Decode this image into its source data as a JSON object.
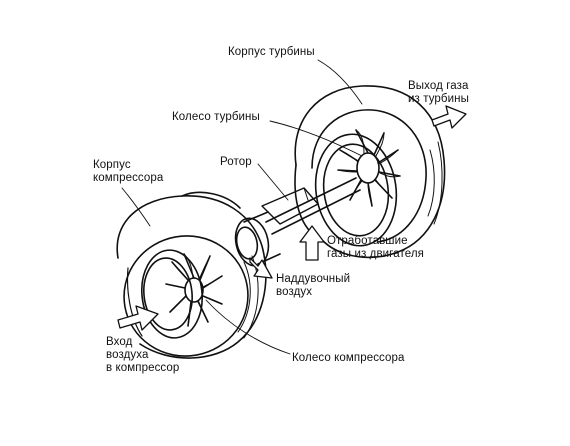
{
  "labels": {
    "turbine_housing": "Корпус турбины",
    "exhaust_out": "Выход газа\nиз турбины",
    "turbine_wheel": "Колесо турбины",
    "compressor_housing": "Корпус\nкомпрессора",
    "rotor": "Ротор",
    "exhaust_gases": "Отработавшие\nгазы из двигателя",
    "boost_air": "Наддувочный\nвоздух",
    "air_inlet": "Вход\nвоздуха\nв компрессор",
    "compressor_wheel": "Колесо компрессора"
  },
  "colors": {
    "line": "#111111",
    "background": "#ffffff"
  },
  "icons": [
    "flow-arrow-icon",
    "exhaust-out-arrow-icon",
    "air-inlet-arrow-icon",
    "boost-air-arrow-icon",
    "exhaust-in-arrow-icon"
  ]
}
